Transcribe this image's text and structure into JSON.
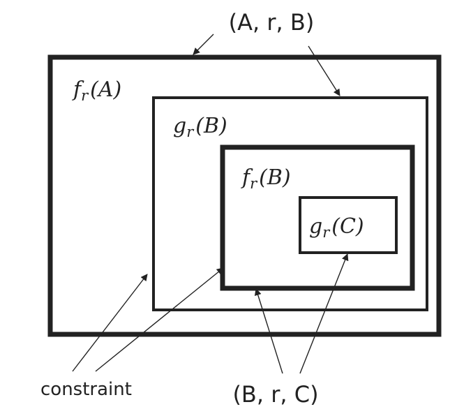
{
  "top_tuple_label": "(A, r, B)",
  "bottom_tuple_label": "(B, r, C)",
  "constraint_label": "constraint",
  "boxes": [
    {
      "id": "outer",
      "func": "f",
      "sub": "r",
      "arg": "(A)"
    },
    {
      "id": "second",
      "func": "g",
      "sub": "r",
      "arg": "(B)"
    },
    {
      "id": "third",
      "func": "f",
      "sub": "r",
      "arg": "(B)"
    },
    {
      "id": "inner",
      "func": "g",
      "sub": "r",
      "arg": "(C)"
    }
  ],
  "colors": {
    "stroke": "#222222",
    "background": "#ffffff"
  }
}
